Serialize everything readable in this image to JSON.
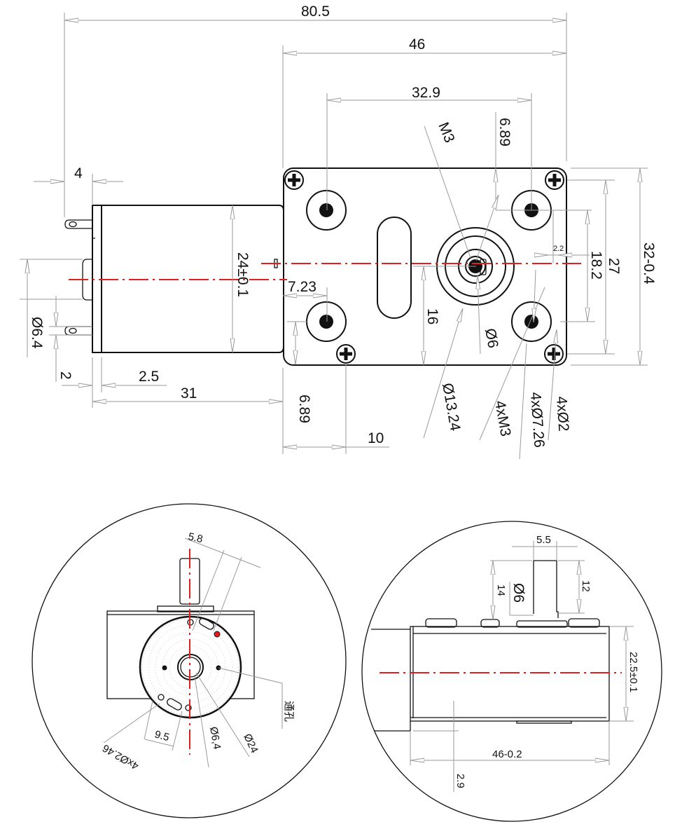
{
  "drawing": {
    "title": "Worm gear motor dimension drawing",
    "colors": {
      "centerline": "#e02020",
      "outline": "#111111",
      "dimension": "#9a9a9a",
      "marker": "#e02020"
    },
    "front_view": {
      "dims": {
        "overall_length": "80.5",
        "gearbox_length": "46",
        "mount_hole_spacing": "32.9",
        "terminal_width": "4",
        "motor_diameter": "24±0.1",
        "offset_7_23": "7.23",
        "bore_6_4": "Ø6.4",
        "dim_2": "2",
        "dim_2_5": "2.5",
        "motor_length": "31",
        "dim_6_89_bottom": "6.89",
        "dim_10": "10",
        "thread_m3": "M3",
        "dim_6_89_top": "6.89",
        "dim_2_2": "2.2",
        "dim_18_2": "18.2",
        "dim_27": "27",
        "gearbox_height": "32-0.4",
        "dim_16": "16",
        "boss_diameter": "Ø13.24",
        "shaft_diameter": "Ø6",
        "holes_4xm3": "4xM3",
        "holes_4x7_26": "4xØ7.26",
        "holes_4x2": "4xØ2"
      }
    },
    "end_view": {
      "dims": {
        "dim_5_8": "5.8",
        "holes_4x2_46": "4xØ2.46",
        "dim_9_5": "9.5",
        "bore_6_4": "Ø6,4",
        "diameter_24": "Ø24",
        "through_hole_note": "通孔"
      }
    },
    "side_view": {
      "dims": {
        "flat_width": "5.5",
        "shaft_length": "14",
        "shaft_diameter": "Ø6",
        "flat_length": "12",
        "gearbox_thickness": "22.5±0.1",
        "gearbox_length": "46-0.2",
        "dim_2_9": "2.9"
      }
    }
  }
}
